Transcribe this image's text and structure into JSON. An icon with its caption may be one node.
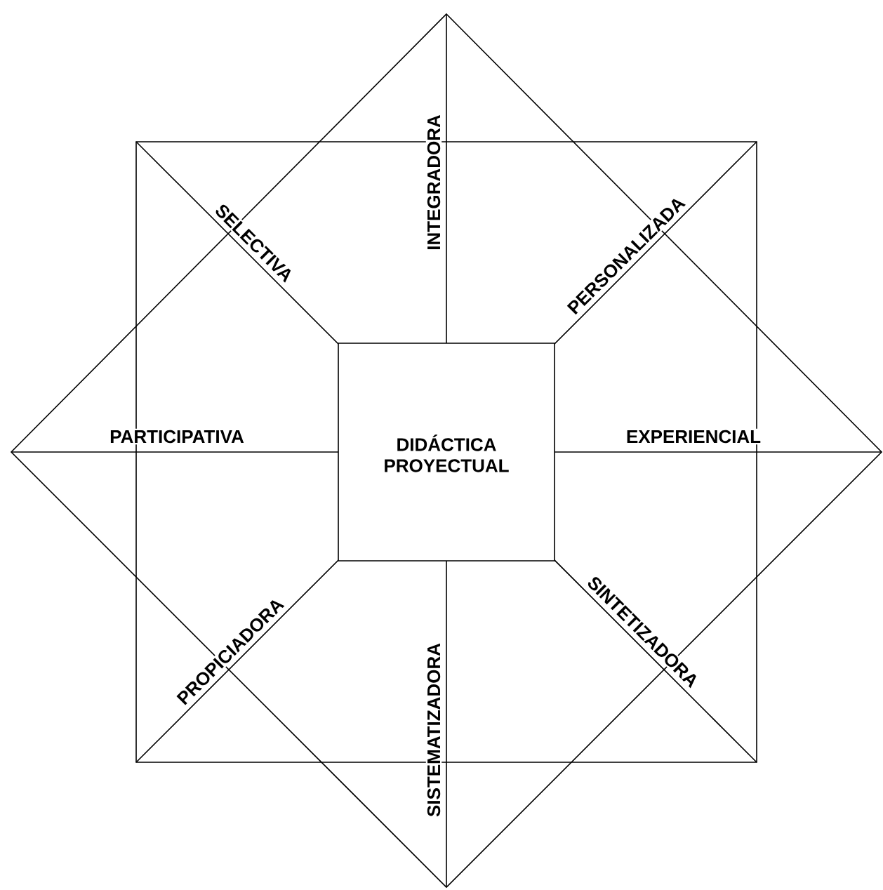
{
  "diagram": {
    "nodes": [
      {
        "text": [
          "DIDÁCTICA PROYECTUAL"
        ]
      }
    ],
    "labels": [
      "SELECTIVA",
      "INTEGRADORA",
      "PERSONALIZADA",
      "PARTICIPATIVA",
      "EXPERIENCIAL",
      "PROPICIADORA",
      "SISTEMATIZADORA",
      "SINTETIZADORA"
    ]
  }
}
